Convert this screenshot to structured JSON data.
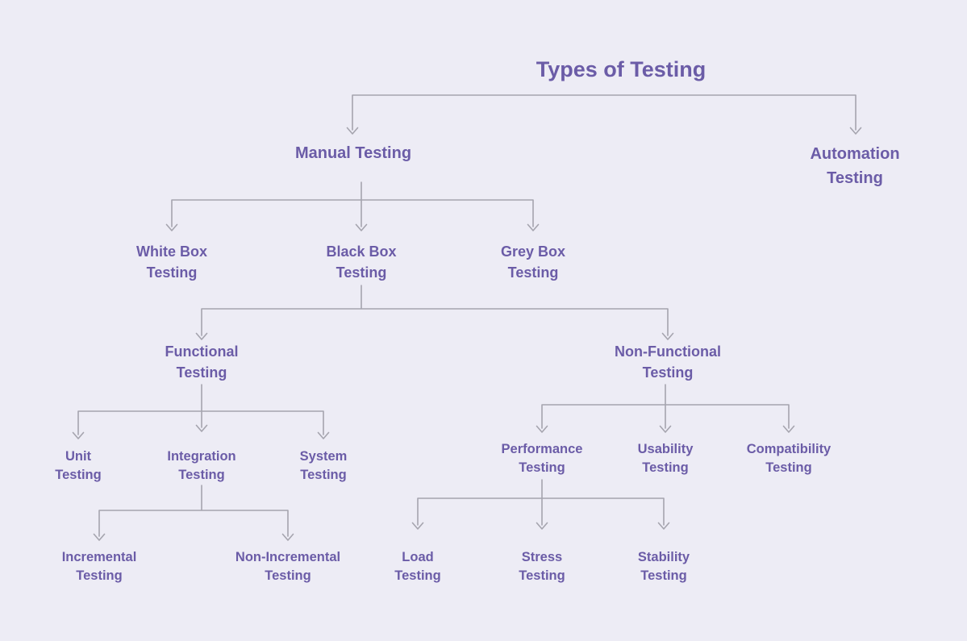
{
  "title": "Types of Testing",
  "colors": {
    "background": "#EDECF5",
    "text": "#6B5CA7",
    "line": "#A5A4AE"
  },
  "nodes": {
    "manual": "Manual Testing",
    "automation": "Automation Testing",
    "white_box": "White Box Testing",
    "black_box": "Black Box Testing",
    "grey_box": "Grey Box Testing",
    "functional": "Functional Testing",
    "non_functional": "Non-Functional Testing",
    "unit": "Unit Testing",
    "integration": "Integration Testing",
    "system": "System Testing",
    "incremental": "Incremental Testing",
    "non_incremental": "Non-Incremental Testing",
    "performance": "Performance Testing",
    "usability": "Usability Testing",
    "compatibility": "Compatibility Testing",
    "load": "Load Testing",
    "stress": "Stress Testing",
    "stability": "Stability Testing"
  }
}
